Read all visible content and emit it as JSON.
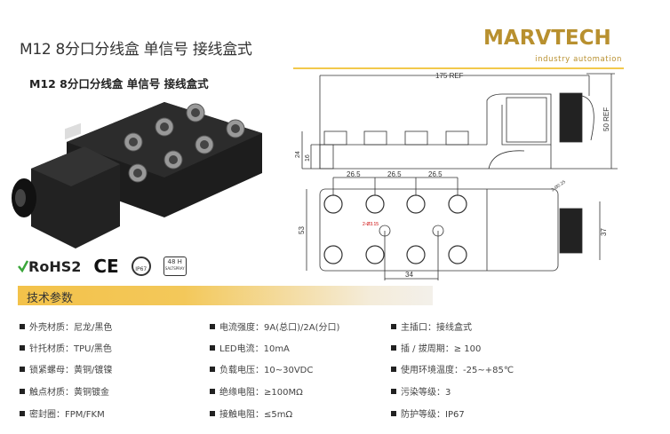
{
  "header": {
    "title": "M12 8分口分线盒 单信号 接线盒式",
    "subtitle": "M12 8分口分线盒 单信号 接线盒式"
  },
  "logo": {
    "brand": "MARVTECH",
    "tagline": "industry automation",
    "color": "#b8902f"
  },
  "certifications": [
    {
      "name": "RoHS2",
      "label": "RoHS2"
    },
    {
      "name": "CE",
      "label": "CE"
    },
    {
      "name": "IP67",
      "label": "IP67"
    },
    {
      "name": "salt-spray",
      "label": "48 H",
      "sub": "SALTSPRAY"
    }
  ],
  "drawing": {
    "side": {
      "length": "175 REF",
      "height": "50 REF",
      "h1": "24",
      "h2": "16"
    },
    "top": {
      "pitch": [
        "26.5",
        "26.5",
        "26.5"
      ],
      "width": "53",
      "hole_spacing": "34",
      "cable": "37",
      "hole_dia": "2-Ø3.15",
      "slot": "2-Ø2.25"
    }
  },
  "section": {
    "title": "技术参数"
  },
  "specs": [
    [
      "外壳材质：尼龙/黑色",
      "针托材质：TPU/黑色",
      "锁紧螺母：黄铜/镀镍",
      "触点材质：黄铜镀金",
      "密封圈：FPM/FKM"
    ],
    [
      "电流强度：9A(总口)/2A(分口)",
      "LED电流：10mA",
      "负载电压：10~30VDC",
      "绝缘电阻：≥100MΩ",
      "接触电阻：≤5mΩ"
    ],
    [
      "主插口：接线盒式",
      "插 / 拔周期：≥ 100",
      "使用环境温度：-25~+85℃",
      "污染等级：3",
      "防护等级：IP67"
    ]
  ],
  "colors": {
    "accent": "#f2c94c",
    "brand": "#b8902f"
  }
}
